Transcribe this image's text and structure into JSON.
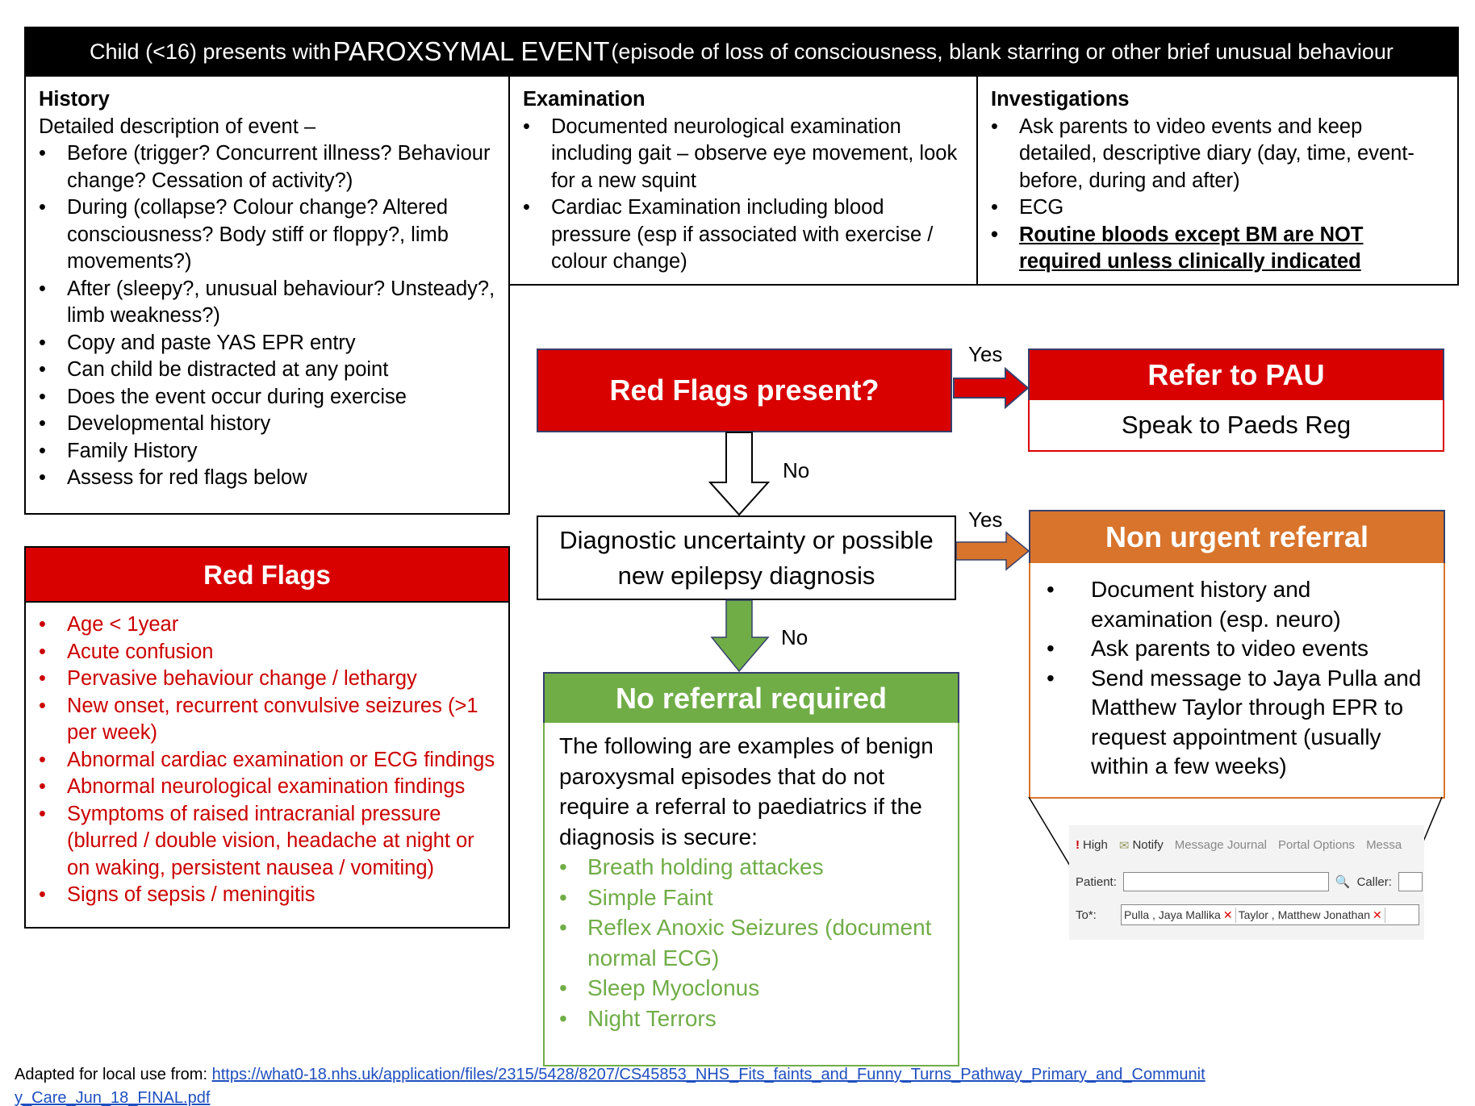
{
  "title": {
    "prefix": "Child (<16) presents with ",
    "emphasis": "PAROXSYMAL EVENT",
    "suffix": " (episode of loss of consciousness, blank starring or other brief unusual behaviour"
  },
  "history": {
    "heading": "History",
    "intro": "Detailed description of event –",
    "items": [
      "Before (trigger? Concurrent illness? Behaviour change? Cessation of activity?)",
      "During (collapse? Colour change? Altered consciousness? Body stiff or floppy?, limb movements?)",
      "After (sleepy?, unusual behaviour? Unsteady?, limb weakness?)",
      "Copy and paste YAS EPR entry",
      "Can child be distracted at any point",
      "Does the event occur during exercise",
      "Developmental history",
      "Family History",
      "Assess for red flags below"
    ]
  },
  "examination": {
    "heading": "Examination",
    "items": [
      "Documented neurological examination including gait – observe eye movement, look for a new squint",
      "Cardiac Examination including blood pressure (esp if associated with exercise / colour change)"
    ]
  },
  "investigations": {
    "heading": "Investigations",
    "items": [
      "Ask parents to video events and keep detailed, descriptive diary (day, time, event- before, during and after)",
      "ECG",
      "Routine bloods except BM are NOT required unless clinically indicated"
    ]
  },
  "red_flags": {
    "heading": "Red Flags",
    "items": [
      "Age < 1year",
      "Acute confusion",
      "Pervasive behaviour change / lethargy",
      "New onset, recurrent convulsive seizures (>1 per week)",
      "Abnormal cardiac examination or ECG findings",
      "Abnormal neurological examination findings",
      "Symptoms of raised intracranial pressure (blurred / double vision, headache at night or on waking, persistent nausea / vomiting)",
      "Signs of sepsis / meningitis"
    ]
  },
  "flow": {
    "red_flags_question": "Red Flags present?",
    "yes_label": "Yes",
    "no_label": "No",
    "refer_heading": "Refer to PAU",
    "refer_body": "Speak to Paeds Reg",
    "diagnostic_question": "Diagnostic uncertainty or possible new epilepsy diagnosis",
    "non_urgent_heading": "Non urgent referral",
    "non_urgent_items": [
      "Document history and examination (esp. neuro)",
      "Ask parents to video events",
      "Send message to Jaya Pulla and Matthew Taylor through EPR to request appointment (usually within a few weeks)"
    ],
    "no_referral_heading": "No referral required",
    "no_referral_intro": "The following are examples of benign paroxysmal episodes that do not require a referral to paediatrics if the diagnosis is secure:",
    "no_referral_items": [
      "Breath holding attackes",
      "Simple Faint",
      "Reflex Anoxic Seizures (document normal ECG)",
      "Sleep Myoclonus",
      "Night Terrors"
    ]
  },
  "epr_screenshot": {
    "toolbar": [
      "High",
      "Notify",
      "Message Journal",
      "Portal Options",
      "Messa"
    ],
    "patient_label": "Patient:",
    "caller_label": "Caller:",
    "to_label": "To*:",
    "recipients": [
      "Pulla , Jaya Mallika",
      "Taylor , Matthew Jonathan"
    ]
  },
  "footer": {
    "prefix": "Adapted for local use from: ",
    "link": "https://what0-18.nhs.uk/application/files/2315/5428/8207/CS45853_NHS_Fits_faints_and_Funny_Turns_Pathway_Primary_and_Community_Care_Jun_18_FINAL.pdf"
  },
  "colors": {
    "red": "#d90000",
    "orange": "#d9742c",
    "green": "#70ad47",
    "navy_border": "#36406c"
  }
}
